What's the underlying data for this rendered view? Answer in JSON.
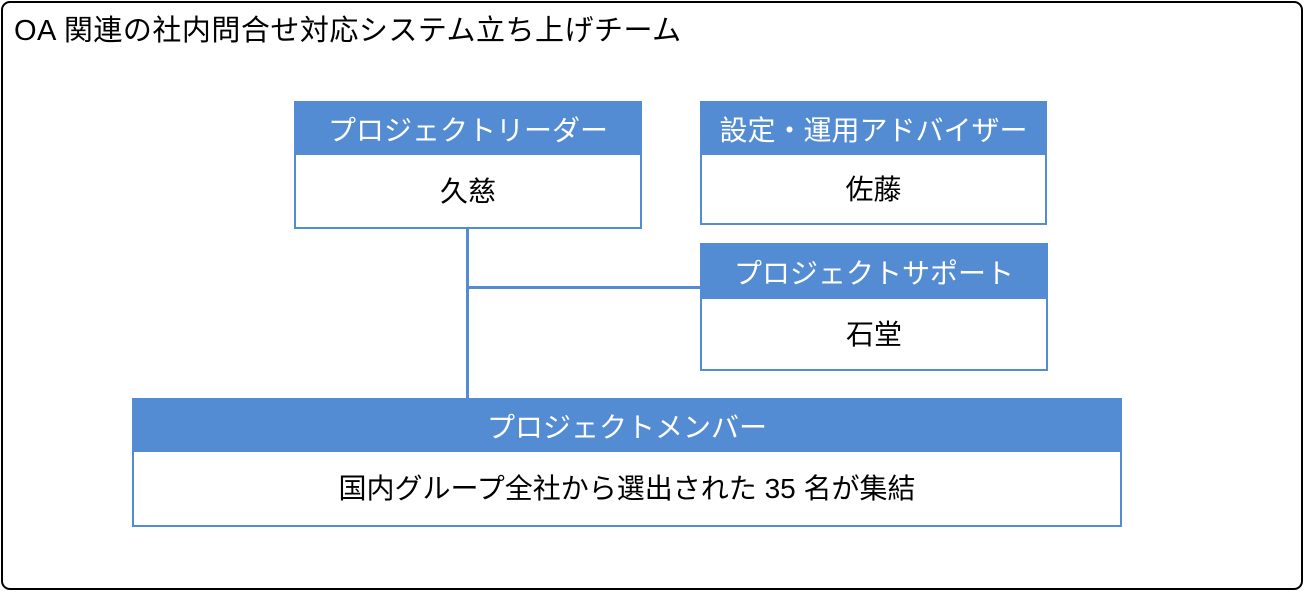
{
  "title": "OA 関連の社内問合せ対応システム立ち上げチーム",
  "colors": {
    "accent_blue": "#548CD4",
    "header_text": "#FFFFFF",
    "body_text": "#000000",
    "frame_border": "#000000",
    "background": "#FFFFFF"
  },
  "org_chart": {
    "nodes": [
      {
        "id": "leader",
        "role": "プロジェクトリーダー",
        "member": "久慈"
      },
      {
        "id": "advisor",
        "role": "設定・運用アドバイザー",
        "member": "佐藤"
      },
      {
        "id": "support",
        "role": "プロジェクトサポート",
        "member": "石堂"
      },
      {
        "id": "members",
        "role": "プロジェクトメンバー",
        "member": "国内グループ全社から選出された 35 名が集結"
      }
    ],
    "edges": [
      {
        "from": "leader",
        "to": "members"
      },
      {
        "from": "leader",
        "to": "support"
      }
    ]
  }
}
